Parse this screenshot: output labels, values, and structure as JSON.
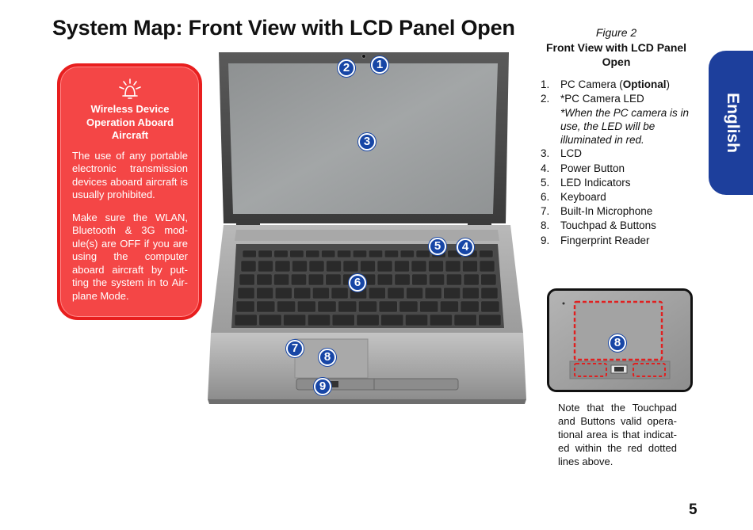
{
  "page": {
    "title": "System Map: Front View with LCD Panel Open",
    "page_number": "5",
    "language_tab": "English"
  },
  "warning": {
    "icon": "airplane-wireless-icon",
    "heading": "Wireless Device Operation Aboard Aircraft",
    "paragraph1": "The use of any portable electronic transmission devices aboard aircraft is usually prohibited.",
    "paragraph2": "Make sure the WLAN, Bluetooth & 3G mod-ule(s) are OFF if you are using the computer aboard aircraft by put-ting the system in to Air-plane Mode."
  },
  "figure": {
    "label": "Figure 2",
    "title": "Front View with LCD Panel Open"
  },
  "legend": {
    "item1_num": "1.",
    "item1_text": "PC Camera (",
    "item1_bold": "Optional",
    "item1_end": ")",
    "item2_num": "2.",
    "item2_text": "*PC Camera LED",
    "item2_note": "*When the PC camera is in use, the LED will be illuminated in red.",
    "item3_num": "3.",
    "item3_text": "LCD",
    "item4_num": "4.",
    "item4_text": "Power Button",
    "item5_num": "5.",
    "item5_text": "LED Indicators",
    "item6_num": "6.",
    "item6_text": "Keyboard",
    "item7_num": "7.",
    "item7_text": "Built-In Microphone",
    "item8_num": "8.",
    "item8_text": "Touchpad & Buttons",
    "item9_num": "9.",
    "item9_text": "Fingerprint Reader"
  },
  "callouts": {
    "c1": "1",
    "c2": "2",
    "c3": "3",
    "c4": "4",
    "c5": "5",
    "c6": "6",
    "c7": "7",
    "c8": "8",
    "c9": "9",
    "inset": "8"
  },
  "touchpad_note": "Note that the Touchpad and Buttons valid opera-tional area is that indicat-ed within the red dotted lines above.",
  "colors": {
    "warning_fill": "#f44646",
    "warning_border": "#e81e1e",
    "callout_blue": "#1746a6",
    "tab_blue": "#1d3f9c",
    "dotted_red": "#e02020"
  }
}
